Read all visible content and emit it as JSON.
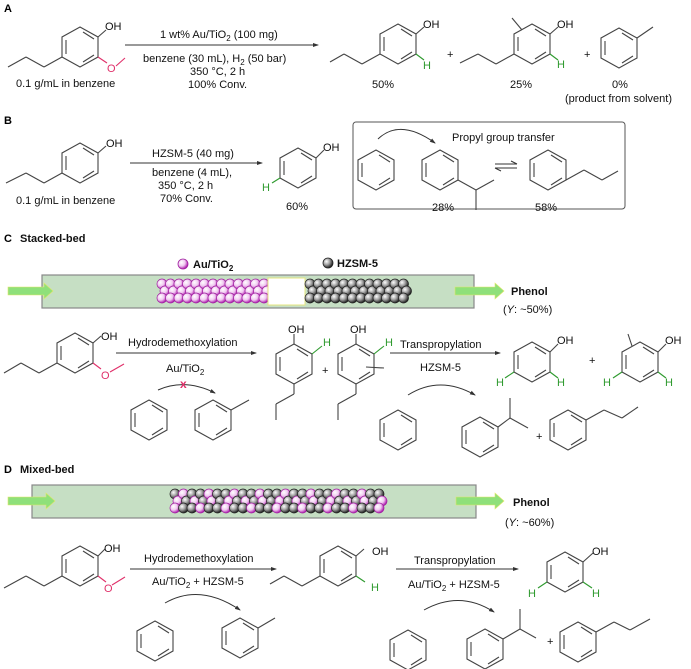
{
  "panels": {
    "A": {
      "label": "A",
      "substrate_note": "0.1 g/mL in benzene",
      "conditions_top": "1 wt% Au/TiO",
      "conditions_top_sub": "2",
      "conditions_top_tail": " (100 mg)",
      "cond_line1": "benzene (30 mL), H",
      "cond_line1_sub": "2",
      "cond_line1_tail": " (50 bar)",
      "cond_line2": "350 °C, 2 h",
      "cond_line3": "100% Conv.",
      "products": [
        {
          "yield": "50%"
        },
        {
          "yield": "25%"
        },
        {
          "yield": "0%",
          "note": "(product from solvent)"
        }
      ],
      "plus": "+"
    },
    "B": {
      "label": "B",
      "substrate_note": "0.1 g/mL in benzene",
      "conditions_top": "HZSM-5 (40 mg)",
      "cond_line1": "benzene (4 mL),",
      "cond_line2": "350 °C, 2 h",
      "cond_line3": "70% Conv.",
      "product_yield": "60%",
      "box_title": "Propyl group transfer",
      "box_yields": [
        "28%",
        "58%"
      ]
    },
    "C": {
      "label": "C",
      "title": "Stacked-bed",
      "legend_au": "Au/TiO",
      "legend_au_sub": "2",
      "legend_hzsm": "HZSM-5",
      "outlet": "Phenol",
      "yield": "~50%",
      "yield_prefix": "Y",
      "step1": "Hydrodemethoxylation",
      "step1_cat": "Au/TiO",
      "step1_cat_sub": "2",
      "blocked_mark": "x",
      "step2": "Transpropylation",
      "step2_cat": "HZSM-5",
      "plus": "+"
    },
    "D": {
      "label": "D",
      "title": "Mixed-bed",
      "outlet": "Phenol",
      "yield": "~60%",
      "yield_prefix": "Y",
      "step1": "Hydrodemethoxylation",
      "step1_cat": "Au/TiO",
      "step1_cat_sub": "2",
      "step1_cat_tail": " + HZSM-5",
      "step2": "Transpropylation",
      "step2_cat": "Au/TiO",
      "step2_cat_sub": "2",
      "step2_cat_tail": " + HZSM-5",
      "plus": "+"
    }
  },
  "atoms": {
    "OH": "OH",
    "O": "O",
    "H": "H"
  },
  "colors": {
    "oxygen": "#e0306a",
    "hydrogen": "#2e9a2e",
    "tube": "#c6dfc4",
    "flow_arrow": "#8fe07a",
    "au_bead": "#cc33cc",
    "hzsm_bead": "#555555"
  }
}
